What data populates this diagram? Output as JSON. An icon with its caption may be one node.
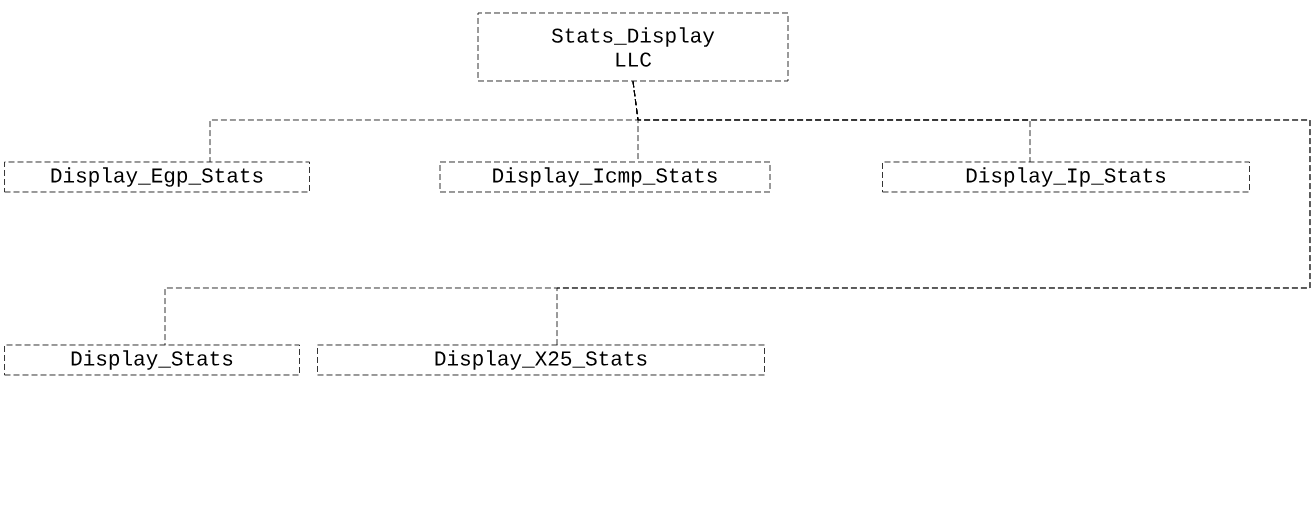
{
  "diagram": {
    "nodes": [
      {
        "text": [
          "Stats_Display LLC"
        ]
      },
      {
        "text": [
          "Display_Egp_Stats"
        ]
      },
      {
        "text": [
          "Display_Icmp_Stats"
        ]
      },
      {
        "text": [
          "Display_Ip_Stats"
        ]
      },
      {
        "text": [
          "Display_Stats"
        ]
      },
      {
        "text": [
          "Display_X25_Stats"
        ]
      }
    ],
    "edges": [
      {
        "from": 0,
        "to": 1,
        "arrow": "none"
      },
      {
        "from": 0,
        "to": 2,
        "arrow": "none"
      },
      {
        "from": 0,
        "to": 3,
        "arrow": "none"
      },
      {
        "from": 0,
        "to": 4,
        "arrow": "none"
      },
      {
        "from": 0,
        "to": 5,
        "arrow": "none"
      }
    ]
  }
}
